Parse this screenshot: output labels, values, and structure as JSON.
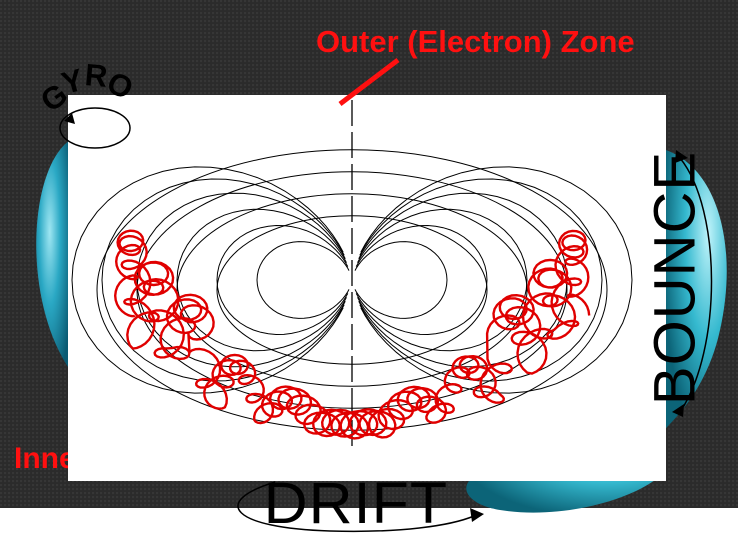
{
  "zones": {
    "outer": "Outer (Electron) Zone",
    "inner": "Inner (Proton) Zone"
  },
  "motions": {
    "gyro": "GYRO",
    "bounce": "BOUNCE",
    "drift": "DRIFT"
  },
  "colors": {
    "background": "#2b2b2b",
    "zone_label": "#ff1010",
    "trajectory": "#e00000",
    "field_lines": "#000000",
    "belt_cyan": "#2aa8c4"
  }
}
